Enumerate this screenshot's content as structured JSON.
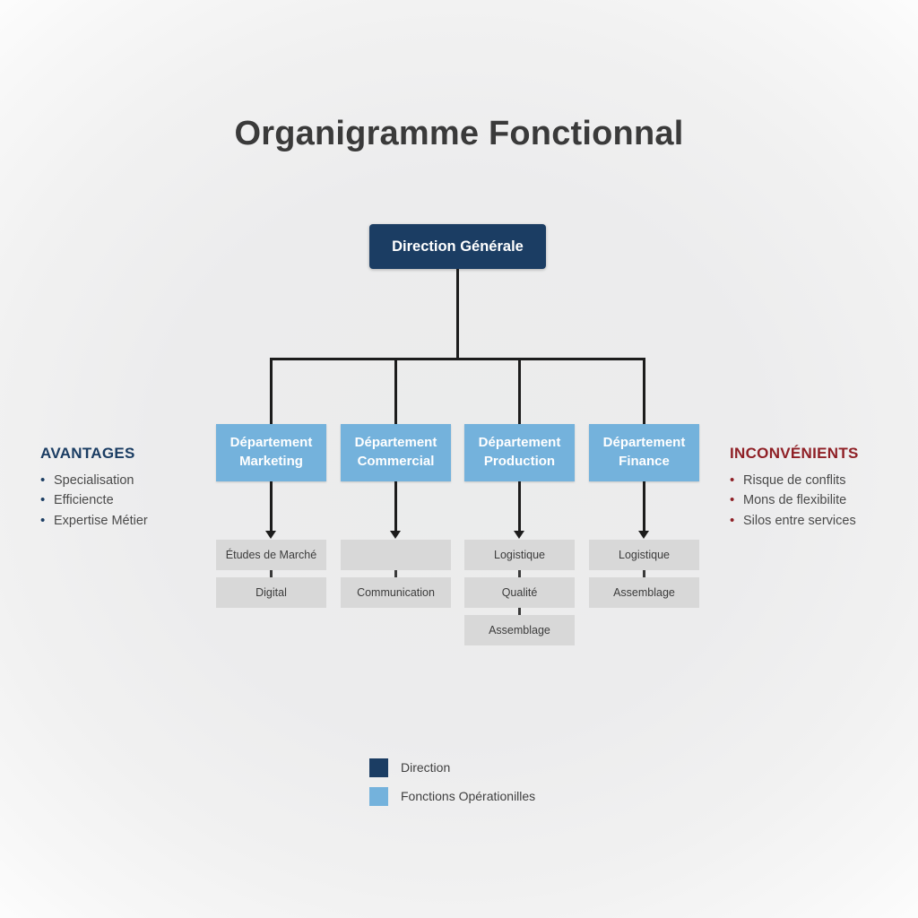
{
  "title": "Organigramme Fonctionnal",
  "colors": {
    "direction": "#1b3d63",
    "operational": "#74b2dc",
    "sub": "#d8d8d8",
    "advantages_accent": "#1b3d63",
    "drawbacks_accent": "#8f2026",
    "connector": "#1c1c1c",
    "background": "#ececed"
  },
  "chart_data": {
    "type": "diagram",
    "diagram_kind": "organizational-chart",
    "title": "Organigramme Fonctionnal",
    "root": {
      "label": "Direction Générale",
      "level": "direction"
    },
    "departments": [
      {
        "label": "Département Marketing",
        "line1": "Département",
        "line2": "Marketing",
        "children": [
          "Études de Marché",
          "Digital"
        ]
      },
      {
        "label": "Département Commercial",
        "line1": "Département",
        "line2": "Commercial",
        "children": [
          "",
          "Communication"
        ]
      },
      {
        "label": "Département Production",
        "line1": "Département",
        "line2": "Production",
        "children": [
          "Logistique",
          "Qualité",
          "Assemblage"
        ]
      },
      {
        "label": "Département Finance",
        "line1": "Département",
        "line2": "Finance",
        "children": [
          "Logistique",
          "Assemblage"
        ]
      }
    ]
  },
  "root_node": {
    "label": "Direction Générale"
  },
  "departments": [
    {
      "line1": "Département",
      "line2": "Marketing"
    },
    {
      "line1": "Département",
      "line2": "Commercial"
    },
    {
      "line1": "Département",
      "line2": "Production"
    },
    {
      "line1": "Département",
      "line2": "Finance"
    }
  ],
  "sub_nodes": {
    "marketing": [
      "Études de Marché",
      "Digital"
    ],
    "commercial": [
      "",
      "Communication"
    ],
    "production": [
      "Logistique",
      "Qualité",
      "Assemblage"
    ],
    "finance": [
      "Logistique",
      "Assemblage"
    ]
  },
  "advantages": {
    "title": "AVANTAGES",
    "items": [
      "Specialisation",
      "Efficiencte",
      "Expertise Métier"
    ]
  },
  "drawbacks": {
    "title": "INCONVÉNIENTS",
    "items": [
      "Risque de conflits",
      "Mons de flexibilite",
      "Silos entre services"
    ]
  },
  "legend": {
    "items": [
      {
        "label": "Direction",
        "swatch": "#1b3d63"
      },
      {
        "label": "Fonctions Opérationilles",
        "swatch": "#74b2dc"
      }
    ]
  }
}
